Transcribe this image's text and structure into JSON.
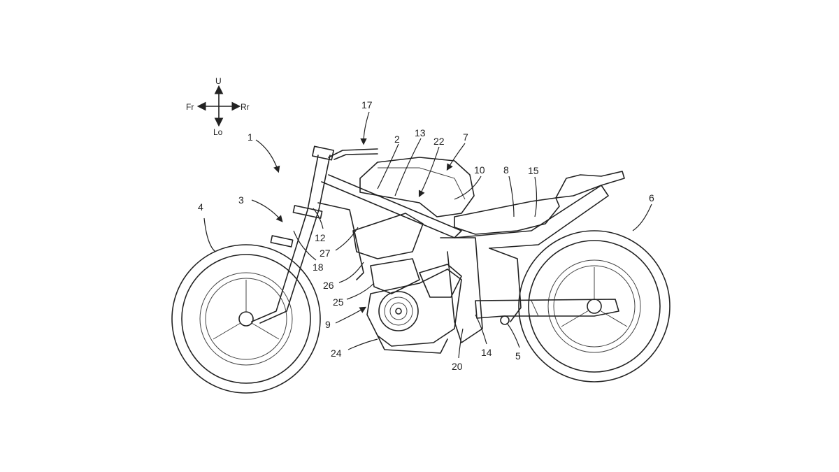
{
  "figure": {
    "directions": {
      "up": "U",
      "front": "Fr",
      "rear": "Rr",
      "low": "Lo"
    },
    "labels": {
      "motorcycle": "1",
      "body_frame": "2",
      "front_fork": "3",
      "front_wheel": "4",
      "swing_arm": "5",
      "rear_wheel": "6",
      "fuel_tank": "7",
      "seat": "8",
      "engine": "9",
      "n10": "10",
      "n12": "12",
      "n13": "13",
      "n14": "14",
      "n15": "15",
      "handlebar": "17",
      "n18": "18",
      "n20": "20",
      "n22": "22",
      "n24": "24",
      "n25": "25",
      "n26": "26",
      "n27": "27"
    }
  }
}
